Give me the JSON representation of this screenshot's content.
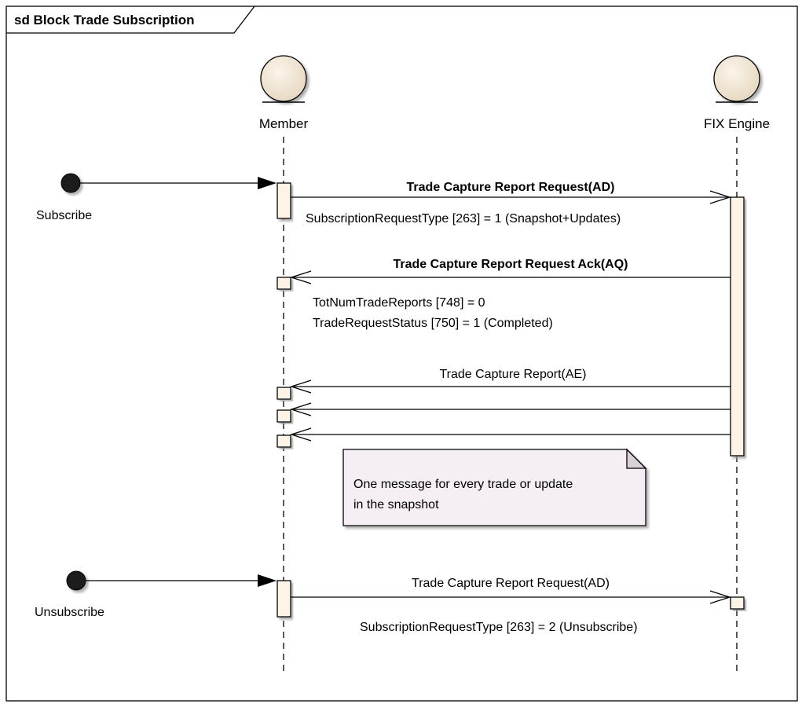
{
  "frame": {
    "title": "sd Block Trade Subscription"
  },
  "lifelines": {
    "member": {
      "label": "Member",
      "icon": "entity-icon"
    },
    "fix_engine": {
      "label": "FIX Engine",
      "icon": "entity-icon"
    }
  },
  "gates": {
    "subscribe": {
      "label": "Subscribe"
    },
    "unsubscribe": {
      "label": "Unsubscribe"
    }
  },
  "messages": {
    "m1": {
      "label": "Trade Capture Report Request(AD)",
      "note": "SubscriptionRequestType [263] = 1 (Snapshot+Updates)"
    },
    "m2": {
      "label": "Trade Capture Report Request Ack(AQ)",
      "note_line1": "TotNumTradeReports [748] = 0",
      "note_line2": "TradeRequestStatus [750] = 1 (Completed)"
    },
    "m3": {
      "label": "Trade Capture Report(AE)"
    },
    "m6": {
      "label": "Trade Capture Report Request(AD)",
      "note": "SubscriptionRequestType [263] = 2 (Unsubscribe)"
    }
  },
  "note": {
    "line1": "One message for every trade or update",
    "line2": "in the snapshot"
  },
  "colors": {
    "activation_fill": "#fdf4e7",
    "actor_fill": "#f3e7d3",
    "note_fill": "#f5eff5",
    "gate_fill": "#1a1a1a"
  }
}
